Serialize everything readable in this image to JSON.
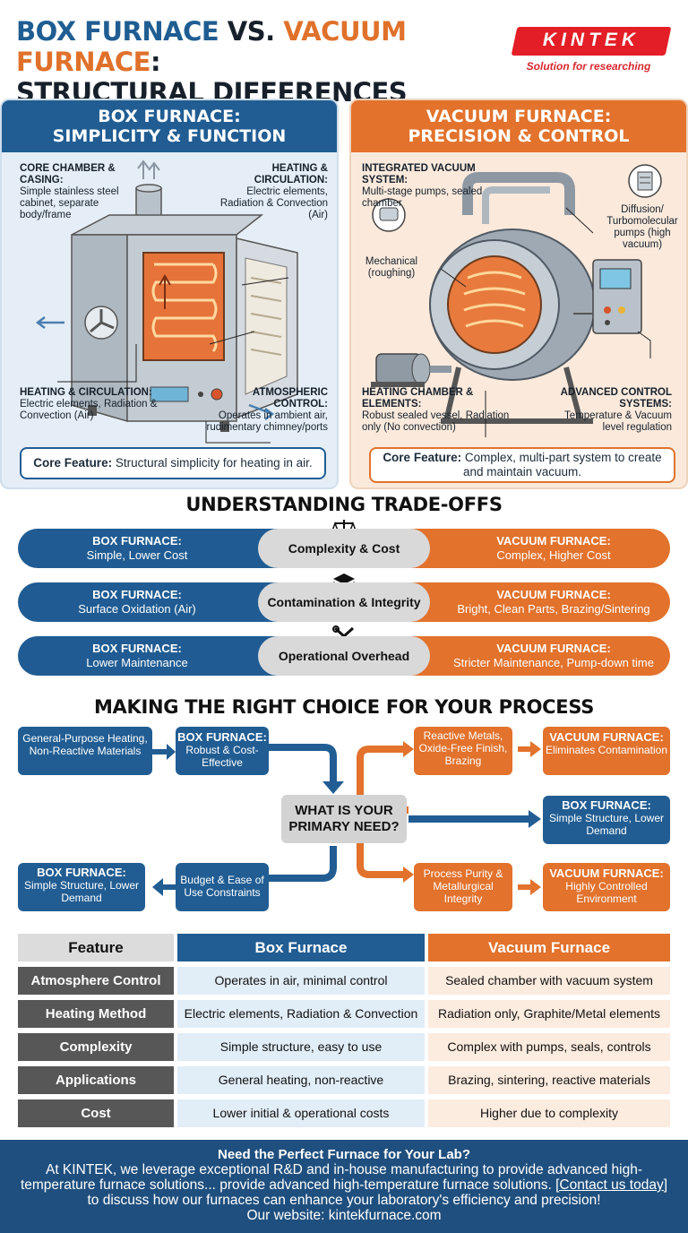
{
  "header": {
    "title_box": "BOX FURNACE",
    "title_vs": "VS.",
    "title_vacuum": "VACUUM FURNACE",
    "title_colon": ":",
    "title_line2": "STRUCTURAL DIFFERENCES",
    "logo": "KINTEK",
    "logo_tagline": "Solution for researching"
  },
  "box_panel": {
    "heading_1": "BOX FURNACE:",
    "heading_2": "SIMPLICITY & FUNCTION",
    "core_chamber_title": "CORE CHAMBER & CASING:",
    "core_chamber_text": "Simple stainless steel cabinet, separate body/frame",
    "heating_top_title": "HEATING & CIRCULATION:",
    "heating_top_text": "Electric elements, Radiation & Convection (Air)",
    "heating_bottom_title": "HEATING & CIRCULATION:",
    "heating_bottom_text": "Electric elements, Radiation & Convection (Air)",
    "atmospheric_title": "ATMOSPHERIC CONTROL:",
    "atmospheric_text": "Operates in ambient air, rudimentary chimney/ports",
    "core_feature_label": "Core Feature:",
    "core_feature_text": "Structural simplicity for heating in air."
  },
  "vacuum_panel": {
    "heading_1": "VACUUM FURNACE:",
    "heading_2": "PRECISION & CONTROL",
    "integrated_title": "INTEGRATED VACUUM SYSTEM:",
    "integrated_text": "Multi-stage pumps, sealed chamber",
    "diffusion_text": "Diffusion/ Turbomolecular pumps (high vacuum)",
    "mechanical_text": "Mechanical (roughing)",
    "heating_chamber_title": "HEATING CHAMBER & ELEMENTS:",
    "heating_chamber_text": "Robust sealed vessel, Radiation only (No convection)",
    "advanced_title": "ADVANCED CONTROL SYSTEMS:",
    "advanced_text": "Temperature & Vacuum level regulation",
    "core_feature_label": "Core Feature:",
    "core_feature_text": "Complex, multi-part system to create and maintain vacuum."
  },
  "tradeoffs": {
    "title": "UNDERSTANDING TRADE-OFFS",
    "rows": [
      {
        "center": "Complexity & Cost",
        "left_title": "BOX FURNACE:",
        "left_text": "Simple, Lower Cost",
        "right_title": "VACUUM FURNACE:",
        "right_text": "Complex, Higher Cost",
        "icon": "scales-icon"
      },
      {
        "center": "Contamination & Integrity",
        "left_title": "BOX FURNACE:",
        "left_text": "Surface Oxidation (Air)",
        "right_title": "VACUUM FURNACE:",
        "right_text": "Bright, Clean Parts, Brazing/Sintering",
        "icon": "layers-icon"
      },
      {
        "center": "Operational Overhead",
        "left_title": "BOX FURNACE:",
        "left_text": "Lower Maintenance",
        "right_title": "VACUUM FURNACE:",
        "right_text": "Stricter Maintenance, Pump-down time",
        "icon": "tools-icon"
      }
    ]
  },
  "choice": {
    "title": "MAKING THE RIGHT CHOICE FOR YOUR PROCESS",
    "general_purpose": "General-Purpose Heating, Non-Reactive Materials",
    "box_robust_title": "BOX FURNACE:",
    "box_robust_text": "Robust & Cost-Effective",
    "center": "WHAT IS YOUR PRIMARY NEED?",
    "reactive": "Reactive Metals, Oxide-Free Finish, Brazing",
    "vac_elim_title": "VACUUM FURNACE:",
    "vac_elim_text": "Eliminates Contamination",
    "box_simple_right_title": "BOX FURNACE:",
    "box_simple_right_text": "Simple Structure, Lower Demand",
    "budget": "Budget & Ease of Use Constraints",
    "box_simple_left_title": "BOX FURNACE:",
    "box_simple_left_text": "Simple Structure, Lower Demand",
    "purity": "Process Purity & Metallurgical Integrity",
    "vac_ctrl_title": "VACUUM FURNACE:",
    "vac_ctrl_text": "Highly Controlled Environment"
  },
  "table": {
    "headers": [
      "Feature",
      "Box Furnace",
      "Vacuum Furnace"
    ],
    "rows": [
      [
        "Atmosphere Control",
        "Operates in air, minimal control",
        "Sealed chamber with vacuum system"
      ],
      [
        "Heating Method",
        "Electric elements, Radiation & Convection",
        "Radiation only, Graphite/Metal elements"
      ],
      [
        "Complexity",
        "Simple structure, easy to use",
        "Complex with pumps, seals, controls"
      ],
      [
        "Applications",
        "General heating, non-reactive",
        "Brazing, sintering, reactive materials"
      ],
      [
        "Cost",
        "Lower initial & operational costs",
        "Higher due to complexity"
      ]
    ]
  },
  "footer": {
    "heading": "Need the Perfect Furnace for Your Lab?",
    "body": "At KINTEK, we leverage exceptional R&D and in-house manufacturing to provide advanced high-temperature furnace solutions... provide advanced high-temperature furnace solutions.",
    "link": "[Contact us today]",
    "tail": "to discuss how our furnaces can enhance your laboratory's efficiency and precision!",
    "website": "Our website: kintekfurnace.com"
  },
  "colors": {
    "blue": "#215d93",
    "orange": "#e2722c",
    "gray": "#575757"
  }
}
